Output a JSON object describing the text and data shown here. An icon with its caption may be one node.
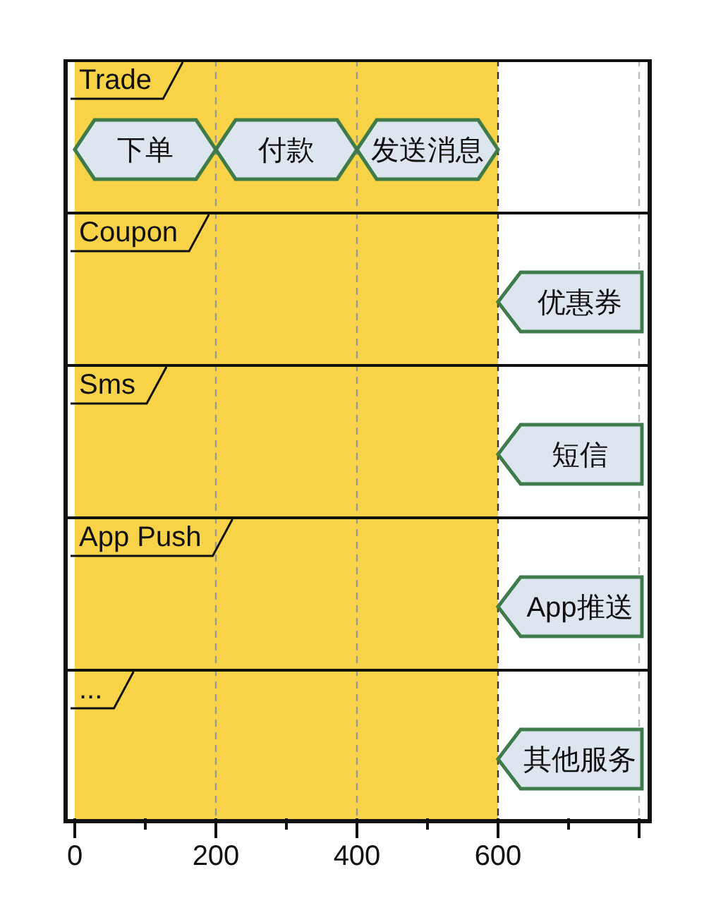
{
  "diagram": {
    "nodes": [
      {
        "text": [
          "Trade"
        ]
      },
      {
        "text": [
          "下单"
        ],
        "in": 0
      },
      {
        "text": [
          "付款"
        ],
        "in": 0
      },
      {
        "text": [
          "发送消息"
        ],
        "in": 0
      },
      {
        "text": [
          "Coupon"
        ]
      },
      {
        "text": [
          "优惠券"
        ],
        "in": 4
      },
      {
        "text": [
          "Sms"
        ]
      },
      {
        "text": [
          "短信"
        ],
        "in": 6
      },
      {
        "text": [
          "App Push"
        ]
      },
      {
        "text": [
          "App推送"
        ],
        "in": 8
      },
      {
        "text": [
          "..."
        ]
      },
      {
        "text": [
          "其他服务"
        ],
        "in": 10
      }
    ],
    "edges": [],
    "labels": [
      "0",
      "200",
      "400",
      "600"
    ]
  }
}
